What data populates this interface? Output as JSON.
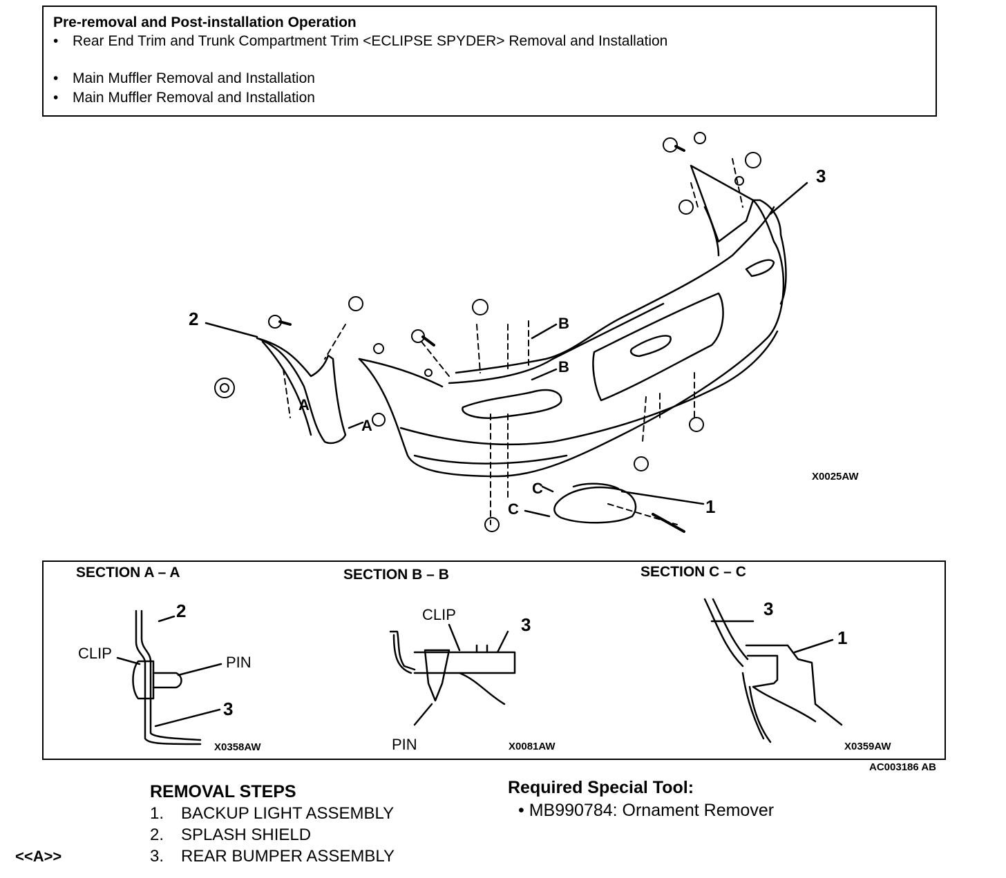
{
  "pre_removal": {
    "title": "Pre-removal and Post-installation Operation",
    "items": [
      "Rear End Trim and Trunk Compartment Trim <ECLIPSE SPYDER> Removal and Installation",
      "Main Muffler Removal and Installation",
      "Main Muffler Removal and Installation"
    ],
    "bullet": "•"
  },
  "main_diagram": {
    "callouts": [
      "1",
      "2",
      "3"
    ],
    "section_marks": [
      "A",
      "A",
      "B",
      "B",
      "C",
      "C"
    ],
    "code": "X0025AW"
  },
  "sections": [
    {
      "title": "SECTION A – A",
      "labels": [
        "CLIP",
        "PIN"
      ],
      "numbers": [
        "2",
        "3"
      ],
      "code": "X0358AW"
    },
    {
      "title": "SECTION B – B",
      "labels": [
        "CLIP",
        "PIN"
      ],
      "numbers": [
        "3"
      ],
      "code": "X0081AW"
    },
    {
      "title": "SECTION C – C",
      "labels": [],
      "numbers": [
        "3",
        "1"
      ],
      "code": "X0359AW"
    }
  ],
  "figure_code": "AC003186 AB",
  "removal_steps": {
    "title": "REMOVAL STEPS",
    "steps": [
      {
        "num": "1.",
        "label": "BACKUP LIGHT ASSEMBLY"
      },
      {
        "num": "2.",
        "label": "SPLASH SHIELD"
      },
      {
        "num": "3.",
        "label": "REAR BUMPER ASSEMBLY"
      }
    ],
    "marker": "<<A>>"
  },
  "special_tool": {
    "title": "Required Special Tool:",
    "bullet": "•",
    "item": "MB990784: Ornament Remover"
  }
}
